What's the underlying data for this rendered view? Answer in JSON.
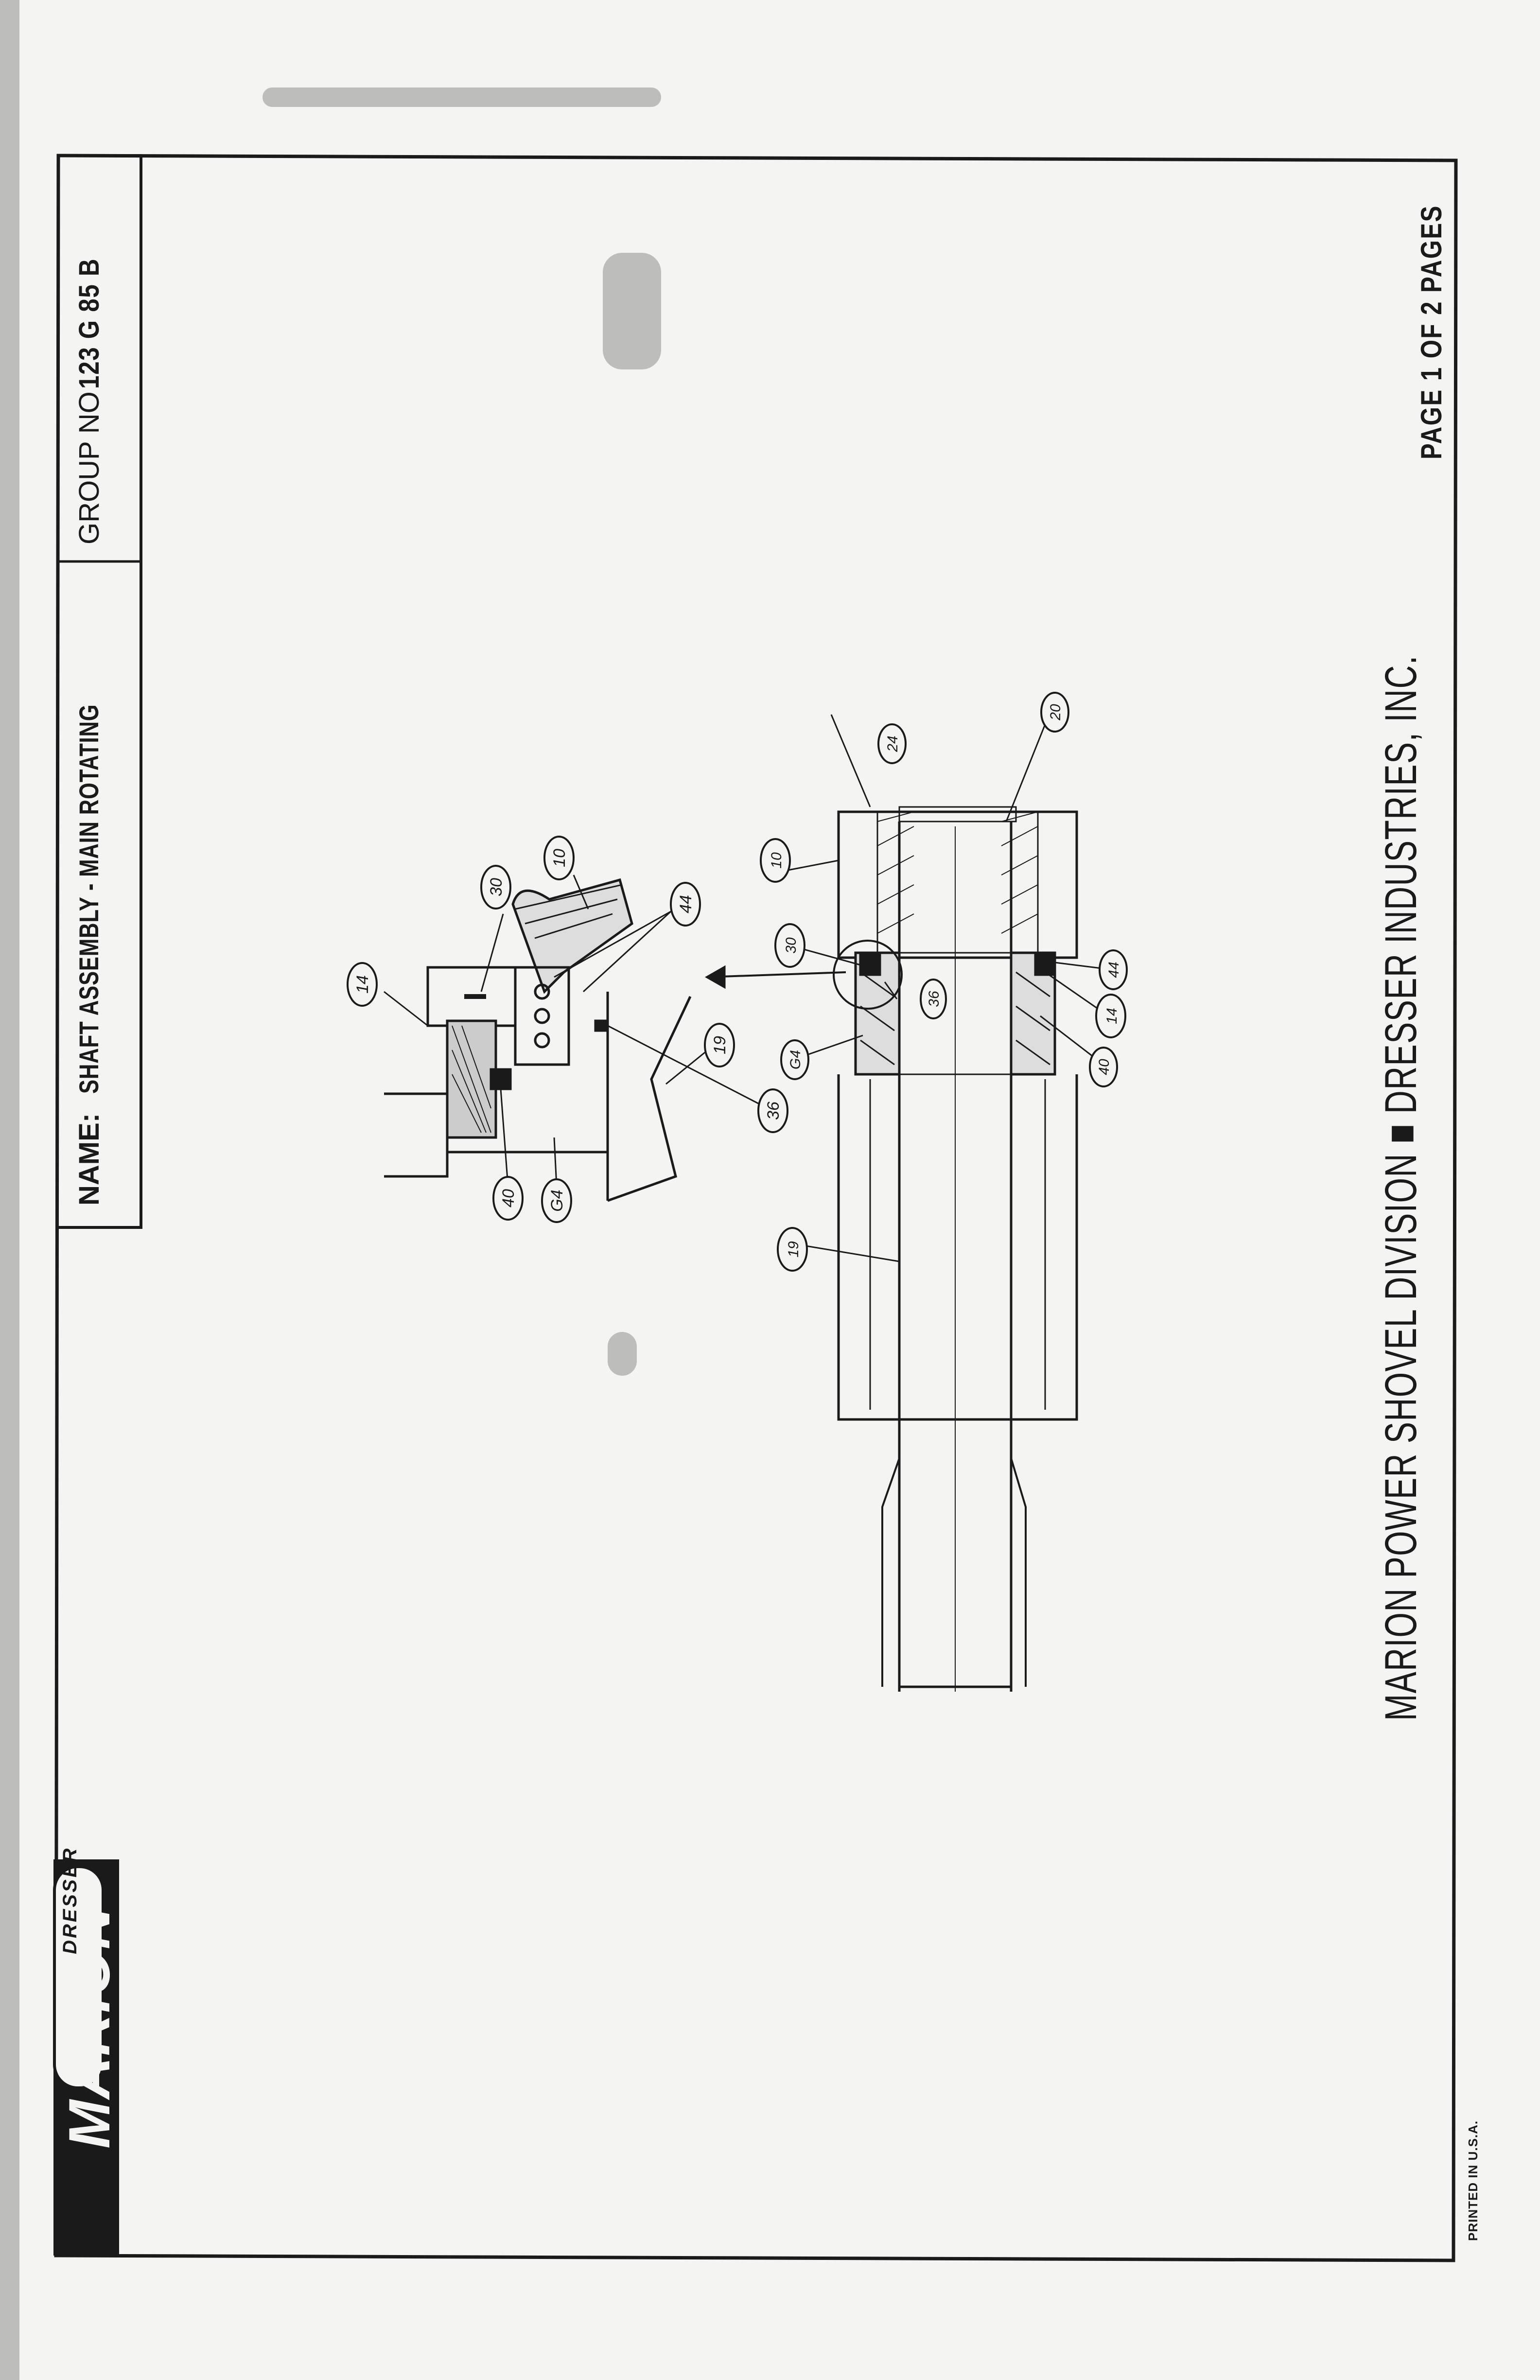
{
  "title_block": {
    "name_label": "NAME:",
    "name_value": "SHAFT ASSEMBLY - MAIN ROTATING",
    "group_label": "GROUP NO",
    "group_value": "123 G 85 B"
  },
  "logo": {
    "brand": "MARION",
    "sub_brand": "DRESSER"
  },
  "footer": {
    "company_line": "MARION POWER SHOVEL DIVISION ■ DRESSER INDUSTRIES, INC.",
    "page_info": "PAGE 1 OF 2 PAGES",
    "printed_in": "PRINTED IN U.S.A."
  },
  "detail_callouts": [
    "14",
    "30",
    "10",
    "44",
    "19",
    "36",
    "40",
    "G4"
  ],
  "main_callouts": [
    "24",
    "20",
    "10",
    "30",
    "36",
    "44",
    "14",
    "40",
    "G4",
    "19"
  ]
}
